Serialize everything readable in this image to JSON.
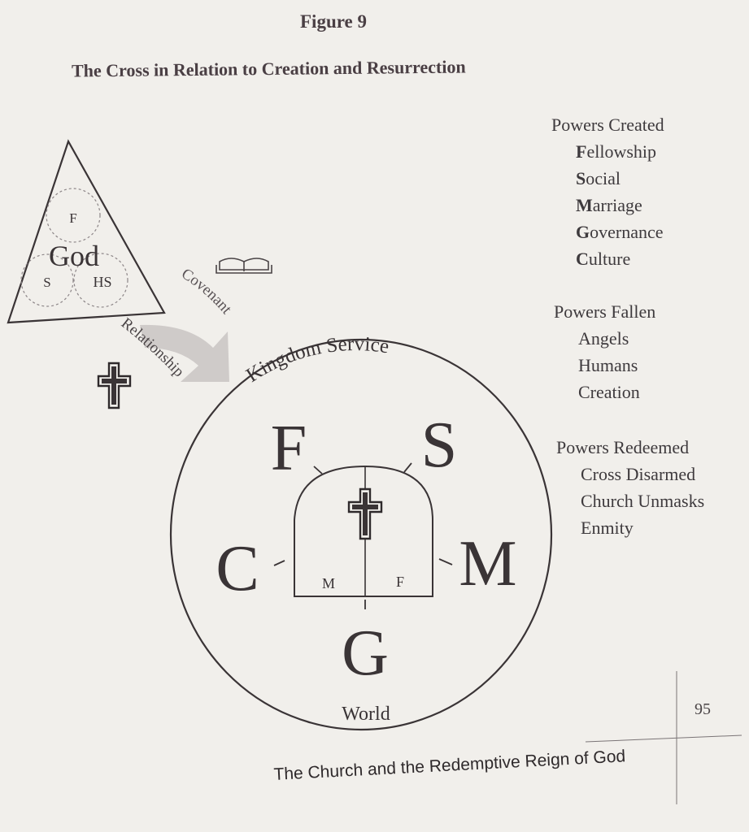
{
  "figure": {
    "label": "Figure 9",
    "title": "The Cross in Relation to Creation and Resurrection"
  },
  "trinity": {
    "center": "God",
    "top": "F",
    "left": "S",
    "right": "HS"
  },
  "labels": {
    "covenant": "Covenant",
    "relationship": "Relationship",
    "kingdom_service": "Kingdom Service",
    "world": "World"
  },
  "circle_letters": {
    "top_left": "F",
    "top_right": "S",
    "left": "C",
    "right": "M",
    "bottom": "G"
  },
  "arch": {
    "left_label": "M",
    "right_label": "F"
  },
  "powers": {
    "created": {
      "heading": "Powers Created",
      "items": [
        {
          "initial": "F",
          "rest": "ellowship"
        },
        {
          "initial": "S",
          "rest": "ocial"
        },
        {
          "initial": "M",
          "rest": "arriage"
        },
        {
          "initial": "G",
          "rest": "overnance"
        },
        {
          "initial": "C",
          "rest": "ulture"
        }
      ]
    },
    "fallen": {
      "heading": "Powers Fallen",
      "items": [
        "Angels",
        "Humans",
        "Creation"
      ]
    },
    "redeemed": {
      "heading": "Powers Redeemed",
      "items": [
        "Cross Disarmed",
        "Church Unmasks",
        "Enmity"
      ]
    }
  },
  "footer": {
    "text": "The Church and the Redemptive Reign of God",
    "page_number": "95"
  },
  "colors": {
    "ink": "#3a3436",
    "arrow": "#c9c5c3",
    "paper": "#f1efeb"
  }
}
